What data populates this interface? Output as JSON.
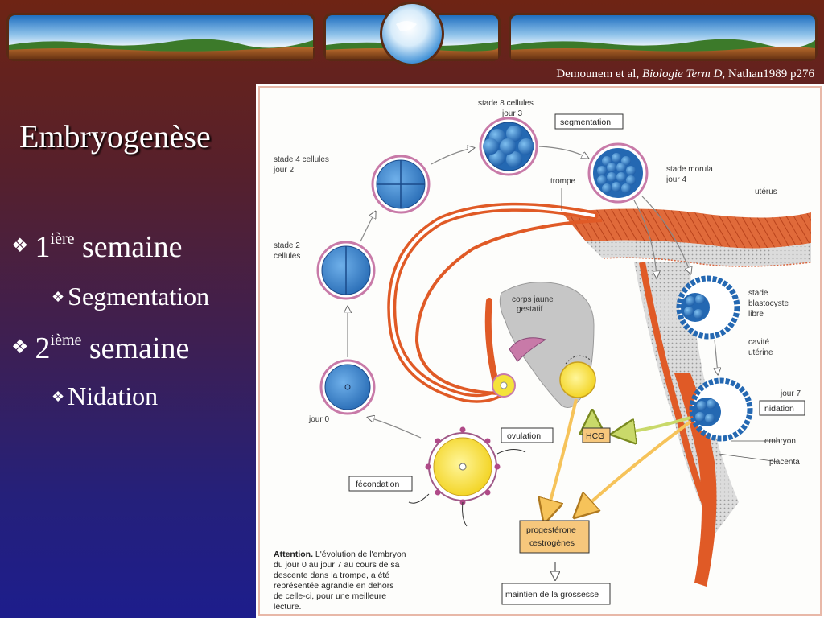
{
  "citation": {
    "authors": "Demounem et al,",
    "book": "Biologie Term D",
    "publisher": ", Nathan1989 p276"
  },
  "title": "Embryogenèse",
  "bullets": [
    {
      "number": "1",
      "sup": "ière",
      "label": "semaine",
      "sub": "Segmentation"
    },
    {
      "number": "2",
      "sup": "ième",
      "label": "semaine",
      "sub": "Nidation"
    }
  ],
  "figure": {
    "labels": {
      "stade8": "stade 8 cellules",
      "jour3": "jour 3",
      "segmentation": "segmentation",
      "stade4": "stade 4 cellules",
      "jour2": "jour 2",
      "trompe": "trompe",
      "morula": "stade morula",
      "jour4": "jour 4",
      "uterus": "utérus",
      "stade2": "stade 2",
      "cellules": "cellules",
      "corpsJaune": "corps jaune",
      "gestatif": "gestatif",
      "blasto1": "stade",
      "blasto2": "blastocyste",
      "blasto3": "libre",
      "cavite1": "cavité",
      "cavite2": "utérine",
      "jour7": "jour 7",
      "nidation": "nidation",
      "jour0": "jour 0",
      "embryon": "embryon",
      "ovulation": "ovulation",
      "hcg": "HCG",
      "placenta": "placenta",
      "fecondation": "fécondation",
      "hormone1": "progestérone",
      "hormone2": "œstrogènes",
      "maintien": "maintien de la grossesse"
    },
    "note": {
      "bold": "Attention.",
      "lines": [
        " L'évolution de l'embryon",
        "du jour 0 au jour 7 au cours de sa",
        "descente dans la trompe, a été",
        "représentée agrandie en dehors",
        "de celle-ci, pour une meilleure",
        "lecture."
      ]
    }
  },
  "colors": {
    "cell": "#2e7dc8",
    "membrane": "#c87aa8",
    "tissue": "#e05a26",
    "uterus": "#d9623a",
    "corps_jaune": "#c8c8c8",
    "egg": "#f4e23a",
    "hormone_box": "#f6c77c"
  }
}
